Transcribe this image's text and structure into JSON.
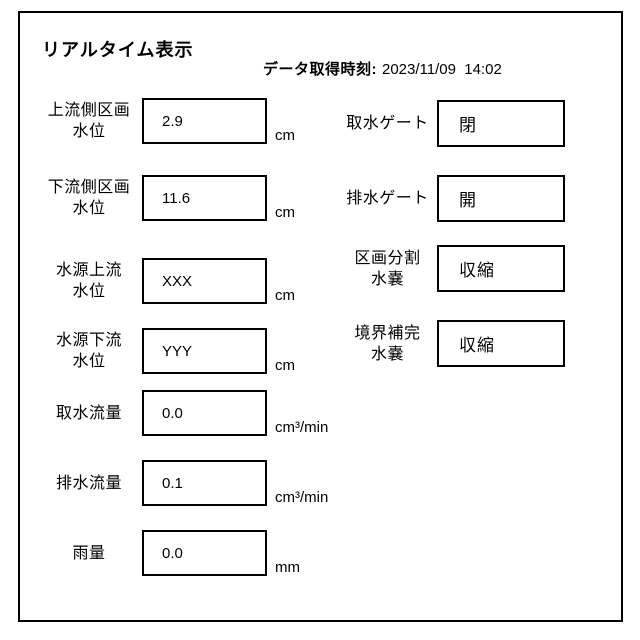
{
  "title": "リアルタイム表示",
  "timestamp": {
    "label": "データ取得時刻:",
    "value": "2023/11/09  14:02"
  },
  "left_fields": [
    {
      "label": "上流側区画\n水位",
      "value": "2.9",
      "unit": "cm"
    },
    {
      "label": "下流側区画\n水位",
      "value": "11.6",
      "unit": "cm"
    },
    {
      "label": "水源上流\n水位",
      "value": "XXX",
      "unit": "cm"
    },
    {
      "label": "水源下流\n水位",
      "value": "YYY",
      "unit": "cm"
    },
    {
      "label": "取水流量",
      "value": "0.0",
      "unit": "cm³/min"
    },
    {
      "label": "排水流量",
      "value": "0.1",
      "unit": "cm³/min"
    },
    {
      "label": "雨量",
      "value": "0.0",
      "unit": "mm"
    }
  ],
  "right_fields": [
    {
      "label": "取水ゲート",
      "value": "閉"
    },
    {
      "label": "排水ゲート",
      "value": "開"
    },
    {
      "label": "区画分割\n水嚢",
      "value": "収縮"
    },
    {
      "label": "境界補完\n水嚢",
      "value": "収縮"
    }
  ],
  "colors": {
    "border": "#000000",
    "background": "#ffffff",
    "text": "#000000"
  }
}
